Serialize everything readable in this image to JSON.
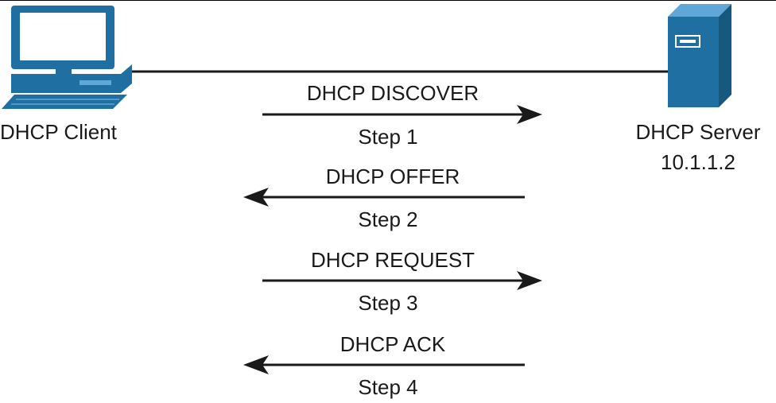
{
  "client": {
    "label": "DHCP Client",
    "icon": "desktop-computer-icon"
  },
  "server": {
    "label": "DHCP Server",
    "ip": "10.1.1.2",
    "icon": "server-tower-icon"
  },
  "messages": [
    {
      "name": "DHCP DISCOVER",
      "step": "Step 1",
      "direction": "client-to-server"
    },
    {
      "name": "DHCP OFFER",
      "step": "Step 2",
      "direction": "server-to-client"
    },
    {
      "name": "DHCP REQUEST",
      "step": "Step 3",
      "direction": "client-to-server"
    },
    {
      "name": "DHCP ACK",
      "step": "Step 4",
      "direction": "server-to-client"
    }
  ],
  "colors": {
    "device_fill": "#1f6fa3",
    "device_highlight": "#5fa7d6",
    "line": "#1a1a1a"
  }
}
